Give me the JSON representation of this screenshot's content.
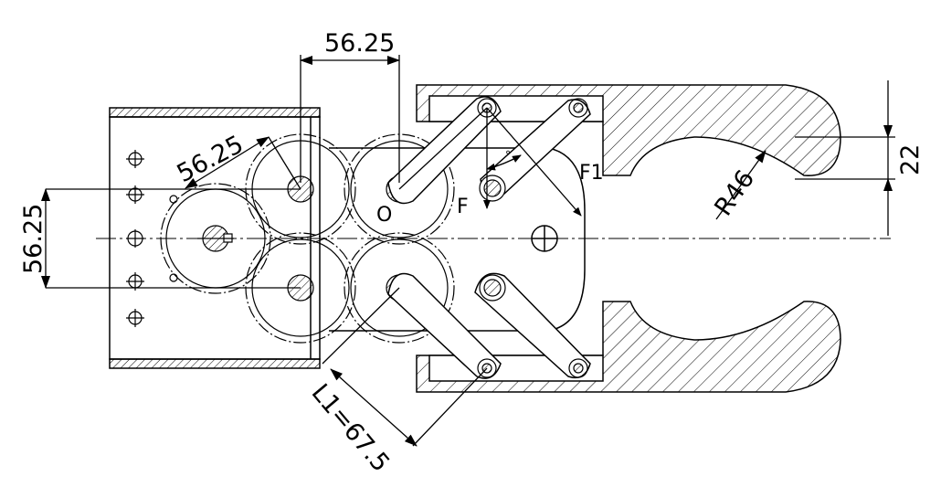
{
  "dimensions": {
    "top_gear_spacing": "56.25",
    "diag_gear_spacing": "56.25",
    "left_vertical_spacing": "56.25",
    "jaw_gap": "22",
    "jaw_radius": "R46",
    "link_length": "L1=67.5"
  },
  "labels": {
    "center": "O",
    "force": "F",
    "force_jaw": "F1",
    "degree": "°"
  },
  "colors": {
    "line": "#000000",
    "background": "#ffffff"
  }
}
